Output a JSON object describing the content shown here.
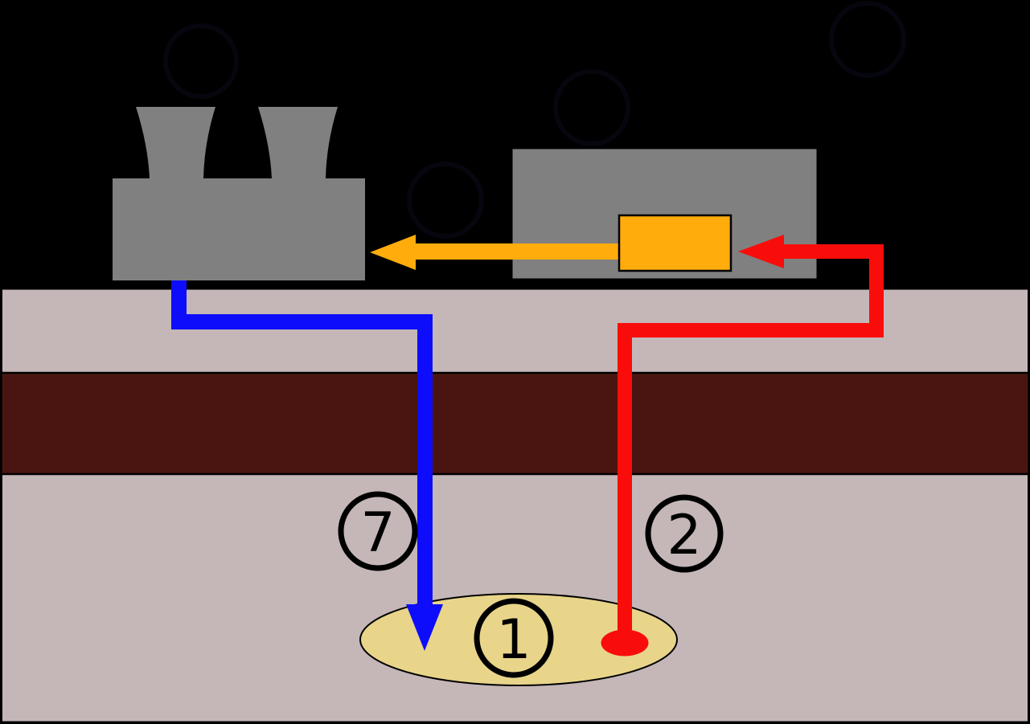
{
  "diagram": {
    "name": "geothermal-power-plant-cross-section",
    "markers": {
      "reservoir_label": "1",
      "production_well_label": "2",
      "injection_well_label": "7"
    },
    "colors": {
      "sky": "#000000",
      "building_gray": "#808080",
      "pipe_orange": "#FFAC0C",
      "pipe_red": "#F90D0A",
      "pipe_blue": "#0D0DFC",
      "reservoir_yellow": "#E8D58A",
      "sediment_pink": "#C5B7B8",
      "caprock_maroon": "#4A1510",
      "steam_circle": "#06060F",
      "outline": "#000000"
    }
  }
}
